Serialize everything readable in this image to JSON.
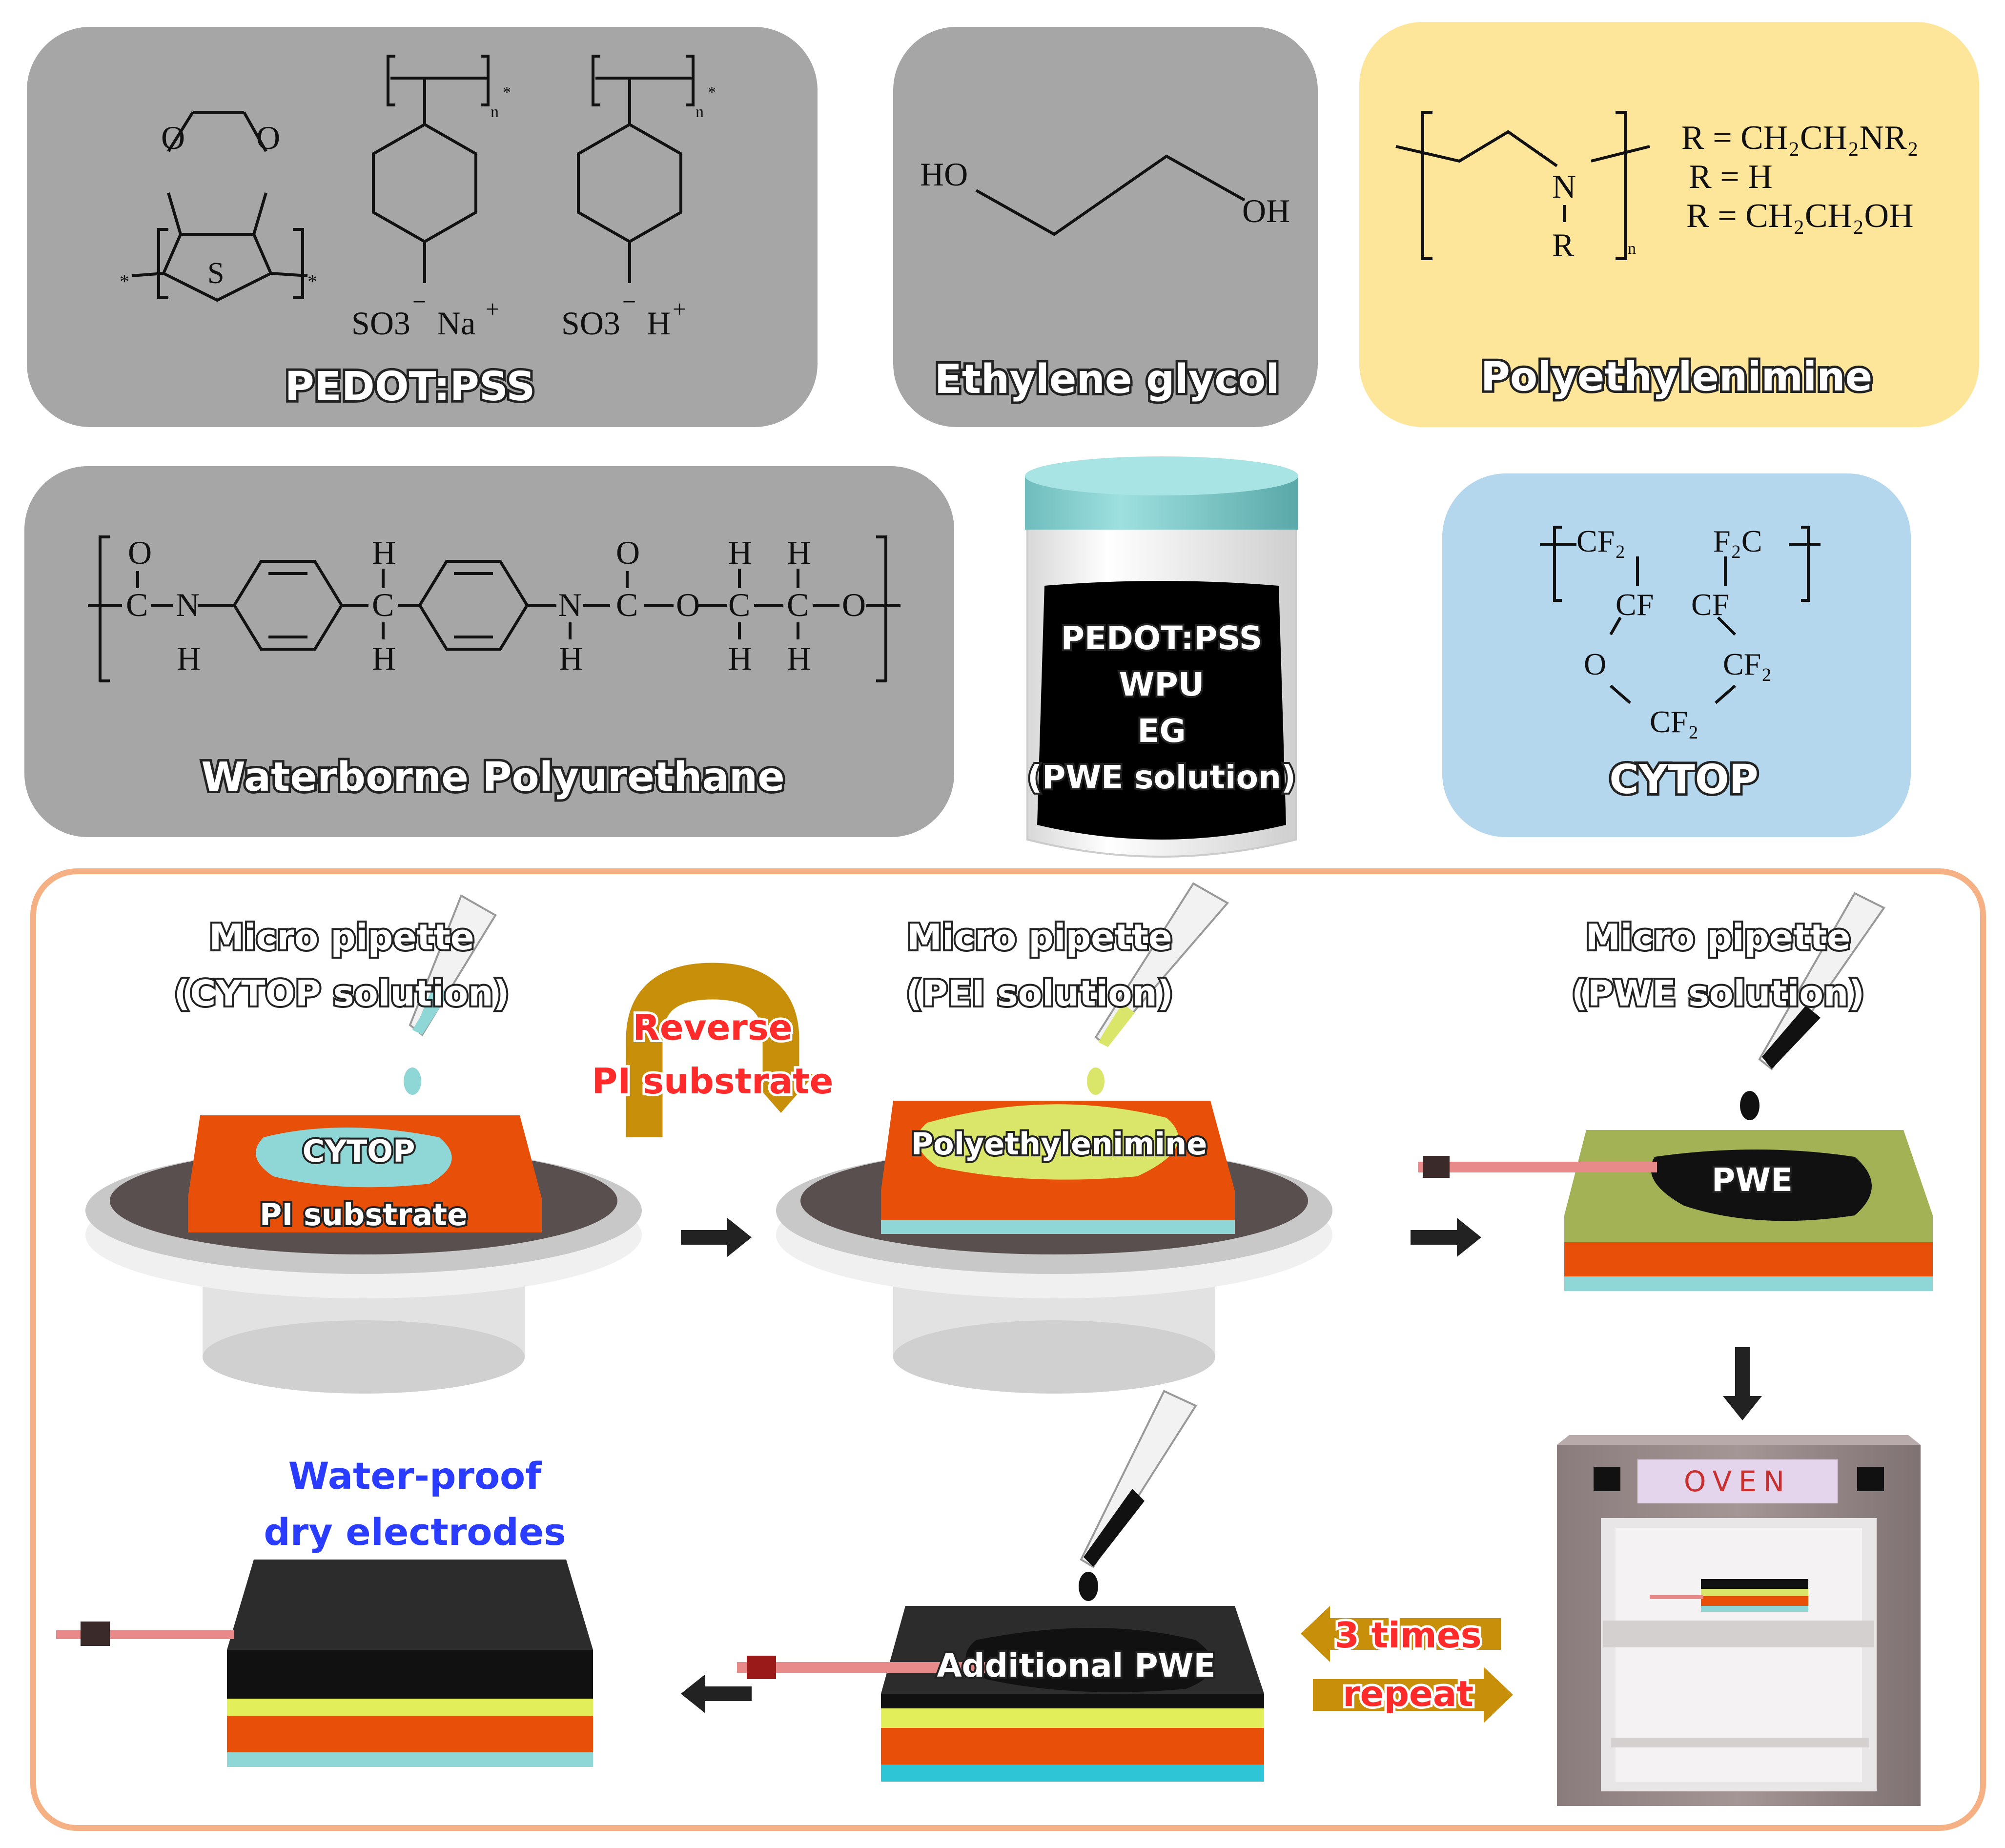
{
  "top_row": {
    "pedot_pss": {
      "title": "PEDOT:PSS",
      "so3na": "SO3",
      "so3na_charge": "−",
      "na": "Na",
      "na_charge": "+",
      "so3h": "SO3",
      "so3h_charge": "−",
      "h": "H",
      "h_charge": "+",
      "o": "O",
      "s": "S",
      "n_sub": "n",
      "star": "*"
    },
    "ethylene_glycol": {
      "title": "Ethylene glycol",
      "ho": "HO",
      "oh": "OH"
    },
    "polyethylenimine": {
      "title": "Polyethylenimine",
      "n": "N",
      "r": "R",
      "n_sub": "n",
      "r1": "R = CH₂CH₂NR₂",
      "r2": "R = H",
      "r3": "R = CH₂CH₂OH"
    }
  },
  "middle_row": {
    "wpu": {
      "title": "Waterborne Polyurethane",
      "c": "C",
      "n": "N",
      "h": "H",
      "o": "O"
    },
    "jar": {
      "line1": "PEDOT:PSS",
      "line2": "WPU",
      "line3": "EG",
      "line4": "(PWE solution)"
    },
    "cytop": {
      "title": "CYTOP",
      "cf2_a": "CF₂",
      "f2c": "F₂C",
      "cf_a": "CF",
      "cf_b": "CF",
      "o": "O",
      "cf2_b": "CF₂",
      "cf2_c": "CF₂"
    }
  },
  "process": {
    "step1": {
      "pipette1": "Micro pipette",
      "pipette2": "(CYTOP solution)",
      "cytop": "CYTOP",
      "substrate": "PI substrate"
    },
    "reverse": {
      "line1": "Reverse",
      "line2": "PI substrate"
    },
    "step2": {
      "pipette1": "Micro pipette",
      "pipette2": "(PEI solution)",
      "label": "Polyethylenimine"
    },
    "step3": {
      "pipette1": "Micro pipette",
      "pipette2": "(PWE solution)",
      "label": "PWE"
    },
    "oven": {
      "label": "OVEN"
    },
    "repeat": {
      "line1": "3 times",
      "line2": "repeat"
    },
    "step5": {
      "label": "Additional PWE"
    },
    "final": {
      "line1": "Water-proof",
      "line2": "dry electrodes"
    }
  },
  "colors": {
    "gray_box": "#a6a6a6",
    "yellow_box": "#fde59a",
    "blue_box": "#b4d7ee",
    "orange_border": "#f5b183",
    "pi_orange": "#e8500a",
    "cytop_cyan": "#8fd6d6",
    "pei_yellow": "#d9e66a",
    "pwe_black": "#111111",
    "green_layer": "#a3b254",
    "arrow_gold": "#c8900a"
  }
}
